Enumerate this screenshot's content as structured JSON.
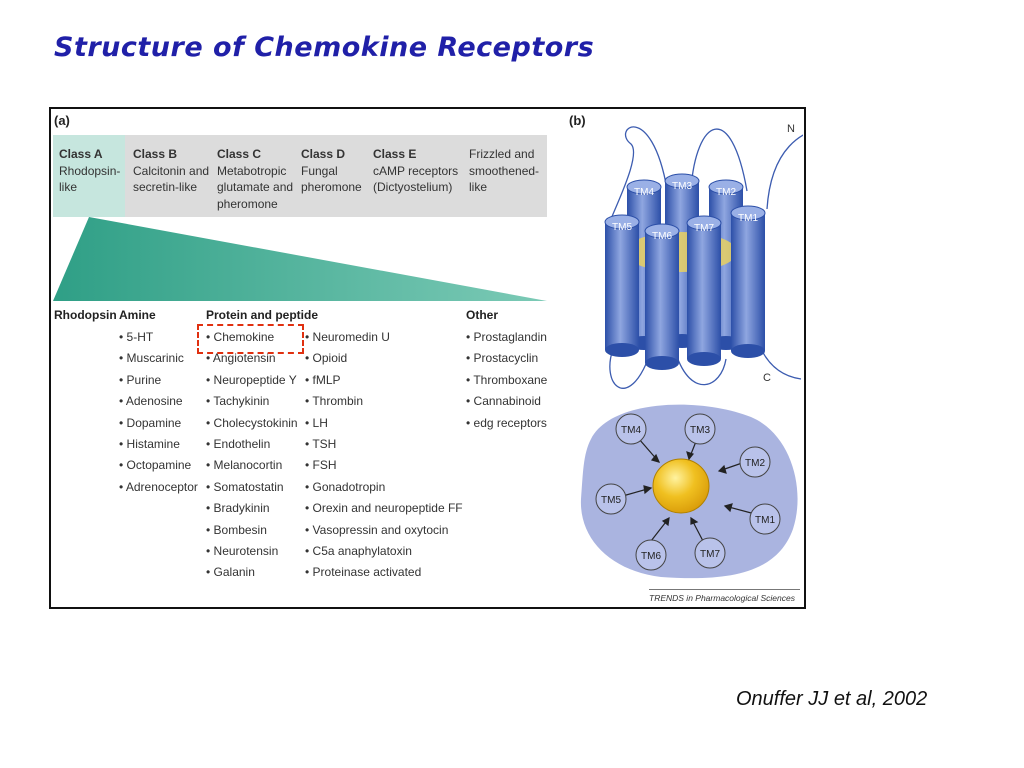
{
  "slide": {
    "title": "Structure of Chemokine Receptors",
    "citation": "Onuffer JJ et al, 2002"
  },
  "figure": {
    "panel_a_label": "(a)",
    "panel_b_label": "(b)",
    "classes": [
      {
        "name": "Class A",
        "desc": [
          "Rhodopsin-",
          "like"
        ]
      },
      {
        "name": "Class B",
        "desc": [
          "Calcitonin and",
          "secretin-like"
        ]
      },
      {
        "name": "Class C",
        "desc": [
          "Metabotropic",
          "glutamate and",
          "pheromone"
        ]
      },
      {
        "name": "Class D",
        "desc": [
          "Fungal",
          "pheromone"
        ]
      },
      {
        "name": "Class E",
        "desc": [
          "cAMP receptors",
          "(Dictyostelium)"
        ]
      },
      {
        "name": "",
        "desc": [
          "Frizzled and",
          "smoothened-",
          "like"
        ]
      }
    ],
    "list_headers": {
      "rhodopsin": "Rhodopsin",
      "amine": "Amine",
      "protein": "Protein and peptide",
      "other": "Other"
    },
    "amine": [
      "• 5-HT",
      "• Muscarinic",
      "• Purine",
      "• Adenosine",
      "• Dopamine",
      "• Histamine",
      "• Octopamine",
      "• Adrenoceptor"
    ],
    "protein_col1": [
      "• Chemokine",
      "• Angiotensin",
      "• Neuropeptide Y",
      "• Tachykinin",
      "• Cholecystokinin",
      "• Endothelin",
      "• Melanocortin",
      "• Somatostatin",
      "• Bradykinin",
      "• Bombesin",
      "• Neurotensin",
      "• Galanin"
    ],
    "protein_col2": [
      "• Neuromedin U",
      "• Opioid",
      "• fMLP",
      "• Thrombin",
      "• LH",
      "• TSH",
      "• FSH",
      "• Gonadotropin",
      "• Orexin and neuropeptide FF",
      "• Vasopressin and oxytocin",
      "• C5a anaphylatoxin",
      "• Proteinase activated"
    ],
    "other": [
      "• Prostaglandin",
      "• Prostacyclin",
      "• Thromboxane",
      "• Cannabinoid",
      "• edg receptors"
    ],
    "footer": "TRENDS in Pharmacological Sciences",
    "diagram": {
      "n_label": "N",
      "c_label": "C",
      "helices": [
        "TM1",
        "TM2",
        "TM3",
        "TM4",
        "TM5",
        "TM6",
        "TM7"
      ],
      "colors": {
        "helix": "#4a6ec0",
        "pocket": "#f0c020",
        "membrane_disc": "#aab4e0",
        "class_a": "#c6e6de",
        "triangle": "#3aaa90",
        "highlight": "#e03010"
      }
    }
  }
}
